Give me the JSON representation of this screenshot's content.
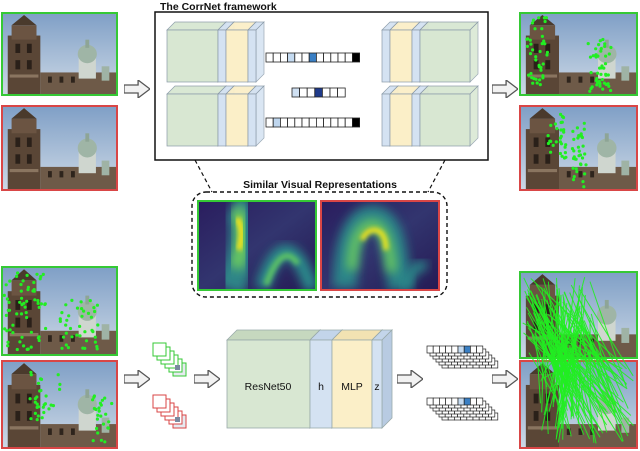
{
  "framework": {
    "title": "The CorrNet framework"
  },
  "similar": {
    "title": "Similar Visual Representations"
  },
  "pipeline": {
    "backbone_label": "ResNet50",
    "h_label": "h",
    "mlp_label": "MLP",
    "z_label": "z"
  },
  "colors": {
    "green_border": "#35c935",
    "red_border": "#d94646",
    "match_green": "#22ee22",
    "block_green": "#d8e7d2",
    "block_blue": "#d4e2f2",
    "block_yellow": "#fbefc8",
    "arrow_fill": "#f2f2f2",
    "arrow_stroke": "#555555"
  },
  "icons": {
    "arrow": "block-arrow-right",
    "image": "church-photo"
  }
}
